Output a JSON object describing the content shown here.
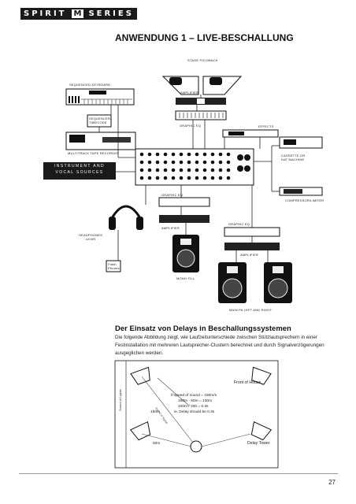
{
  "header": {
    "brand_left": "SPIRIT",
    "brand_middle": "M",
    "brand_right": "SERIES",
    "title": "ANWENDUNG 1 – LIVE-BESCHALLUNG"
  },
  "diagram_labels": {
    "stage_foldback": "STAGE FOLDBACK",
    "amplifier_top": "AMPLIFIER",
    "graphic_eq_top": "GRAPHIC EQ",
    "effects": "EFFECTS",
    "sequenced_keyboard": "SEQUENCED KEYBOARD",
    "sequencer_timecode": "SEQUENCER/\nTIMECODE",
    "multitrack": "MULTITRACK TAPE RECORDER",
    "cassette": "CASSETTE OR\nDAT MACHINE",
    "instrument_line1": "INSTRUMENT AND",
    "instrument_line2": "VOCAL SOURCES",
    "graphic_eq_mid": "GRAPHIC EQ",
    "compressor": "COMPRESSOR/LIMITER",
    "amplifier_left": "AMPLIFIER",
    "graphic_eq_right": "GRAPHIC EQ",
    "amplifier_right": "AMPLIFIER",
    "headphones": "HEADPHONES\n≥200R",
    "flash": "Flash\nPhones",
    "mono_fill": "MONO FILL",
    "main_pa": "MAIN PA LEFT AND RIGHT"
  },
  "section": {
    "title": "Der Einsatz von Delays in Beschallungssystemen",
    "paragraph": "Die folgende Abbildung zeigt, wie Laufzeitunterschiede zwischen Stützlautsprechern in einer Festinstallation mit mehreren Lautsprecher-Clustern berechnet und durch Signalverzögerungen ausgeglichen werden."
  },
  "delay_diagram": {
    "front_of_house": "Front of House",
    "speed_line1": "If speed of sound = 330m/s",
    "speed_line2": "150m - 50m = 100m",
    "speed_line3": "100m / 330 = 0.3s",
    "speed_line4": "ie. Delay should be 0.3s",
    "dist_150": "150m",
    "dist_50": "50m",
    "delay_tower": "Delay Tower",
    "sound_path": "Sound of Signal",
    "sound_path_2": "Sound of Lights"
  },
  "footer": {
    "page_number": "27"
  }
}
